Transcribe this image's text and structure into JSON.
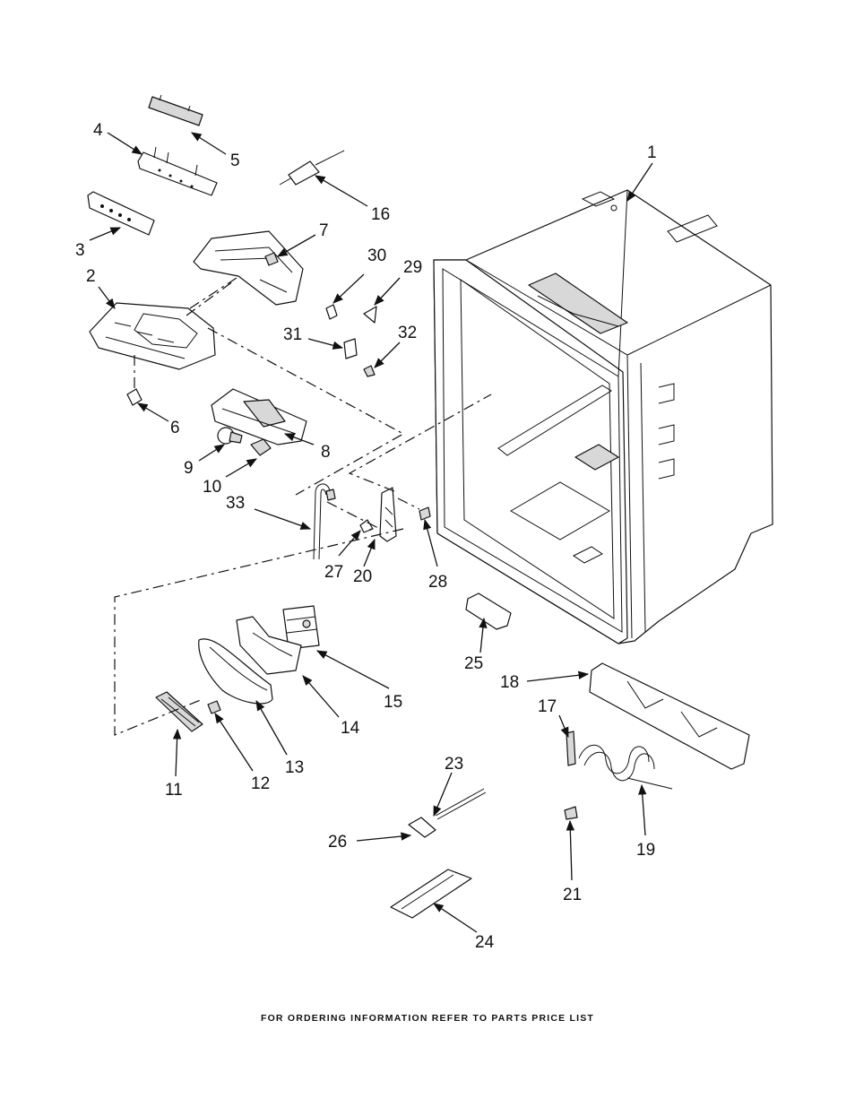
{
  "callouts": {
    "c1": "1",
    "c2": "2",
    "c3": "3",
    "c4": "4",
    "c5": "5",
    "c6": "6",
    "c7": "7",
    "c8": "8",
    "c9": "9",
    "c10": "10",
    "c11": "11",
    "c12": "12",
    "c13": "13",
    "c14": "14",
    "c15": "15",
    "c16": "16",
    "c17": "17",
    "c18": "18",
    "c19": "19",
    "c20": "20",
    "c21": "21",
    "c23": "23",
    "c24": "24",
    "c25": "25",
    "c26": "26",
    "c27": "27",
    "c28": "28",
    "c29": "29",
    "c30": "30",
    "c31": "31",
    "c32": "32",
    "c33": "33"
  },
  "footer": "FOR ORDERING INFORMATION REFER TO PARTS PRICE LIST"
}
